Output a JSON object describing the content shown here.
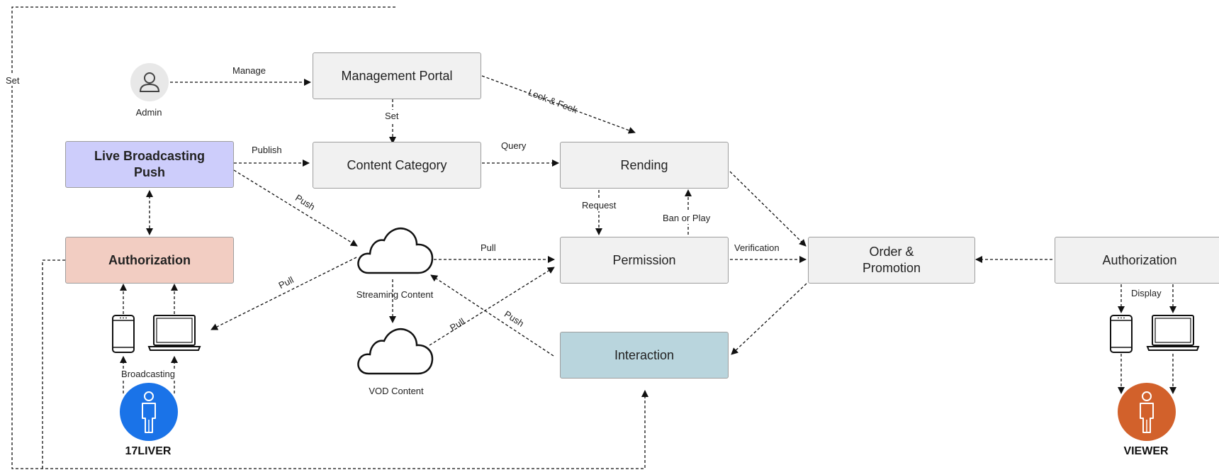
{
  "nodes": {
    "management_portal": "Management Portal",
    "content_category": "Content Category",
    "rending": "Rending",
    "live_broadcasting_push": "Live Broadcasting\nPush",
    "authorization_left": "Authorization",
    "permission": "Permission",
    "order_promotion": "Order &\nPromotion",
    "authorization_right": "Authorization",
    "interaction": "Interaction"
  },
  "actors": {
    "admin": "Admin",
    "liver": "17LIVER",
    "viewer": "VIEWER"
  },
  "captions": {
    "streaming_content": "Streaming Content",
    "vod_content": "VOD Content",
    "broadcasting": "Broadcasting",
    "display": "Display"
  },
  "edge_labels": {
    "set_outer": "Set",
    "manage": "Manage",
    "look_feek": "Look & Feek",
    "set_portal": "Set",
    "publish": "Publish",
    "query": "Query",
    "push_from_broadcast": "Push",
    "request": "Request",
    "ban_or_play": "Ban or Play",
    "pull_to_permission": "Pull",
    "verification": "Verification",
    "pull_to_laptop": "Pull",
    "pull_vod": "Pull",
    "push_interaction": "Push"
  },
  "colors": {
    "box_fill": "#f1f1f1",
    "live_broadcasting_fill": "#cdcdfb",
    "authorization_left_fill": "#f2cdc2",
    "interaction_fill": "#b9d5dd",
    "liver_circle": "#1a73e8",
    "viewer_circle": "#d2612b",
    "admin_circle": "#e8e8e8"
  },
  "icons": {
    "admin": "person-icon",
    "liver": "person-icon",
    "viewer": "person-icon",
    "phone": "smartphone-icon",
    "laptop": "laptop-icon",
    "cloud": "cloud-icon"
  }
}
